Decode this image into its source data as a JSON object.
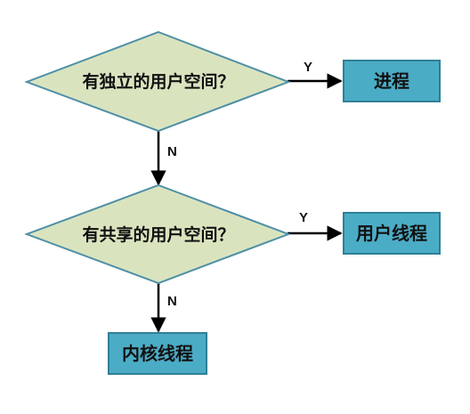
{
  "flowchart": {
    "decisions": [
      {
        "id": "q1",
        "text": "有独立的用户空间？"
      },
      {
        "id": "q2",
        "text": "有共享的用户空间？"
      }
    ],
    "results": [
      {
        "id": "r1",
        "text": "进程"
      },
      {
        "id": "r2",
        "text": "用户线程"
      },
      {
        "id": "r3",
        "text": "内核线程"
      }
    ],
    "edges": [
      {
        "from": "q1",
        "to": "r1",
        "label": "Y"
      },
      {
        "from": "q1",
        "to": "q2",
        "label": "N"
      },
      {
        "from": "q2",
        "to": "r2",
        "label": "Y"
      },
      {
        "from": "q2",
        "to": "r3",
        "label": "N"
      }
    ]
  },
  "colors": {
    "diamond_fill": "#d9e4bf",
    "diamond_stroke": "#4e8fa6",
    "box_fill": "#4bacc6",
    "box_stroke": "#2f7f96",
    "arrow": "#000000"
  }
}
